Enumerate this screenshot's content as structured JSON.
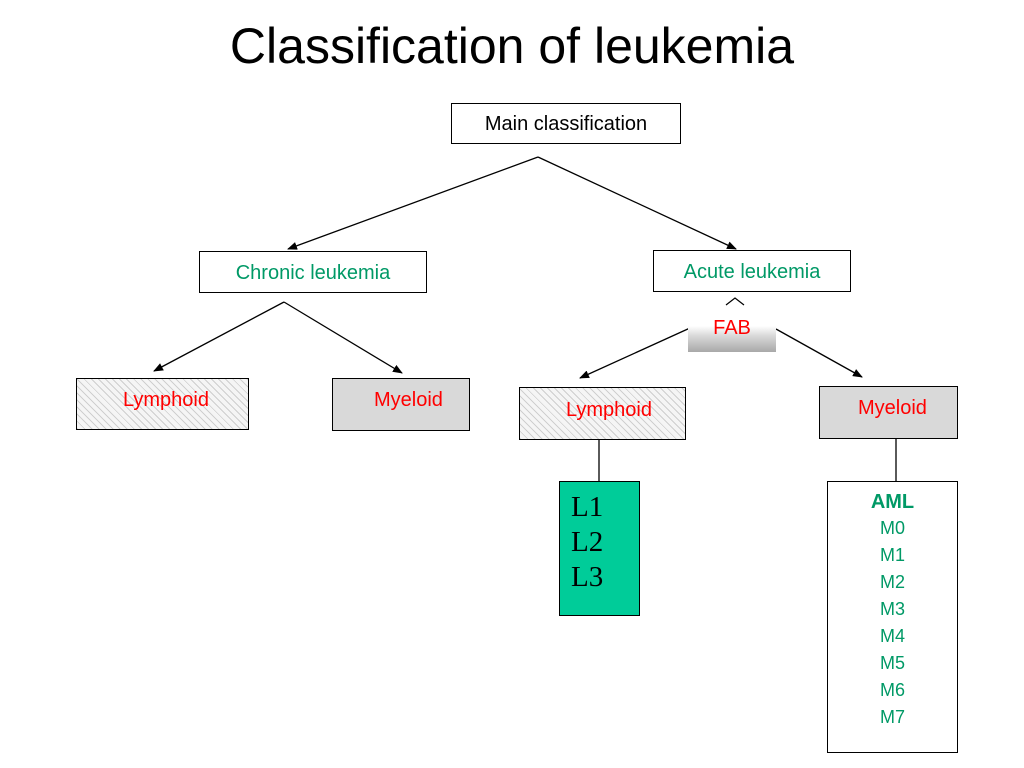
{
  "title": "Classification of leukemia",
  "nodes": {
    "main": "Main classification",
    "chronic": "Chronic leukemia",
    "acute": "Acute leukemia",
    "fab": "FAB",
    "chronic_lymphoid": "Lymphoid",
    "chronic_myeloid": "Myeloid",
    "acute_lymphoid": "Lymphoid",
    "acute_myeloid": "Myeloid"
  },
  "lymphoid_subtypes": [
    "L1",
    "L2",
    "L3"
  ],
  "aml": {
    "heading": "AML",
    "subtypes": [
      "M0",
      "M1",
      "M2",
      "M3",
      "M4",
      "M5",
      "M6",
      "M7"
    ]
  },
  "colors": {
    "green_text": "#009966",
    "red_text": "#ff0000",
    "green_fill": "#00cc99",
    "grey_fill": "#d9d9d9"
  }
}
